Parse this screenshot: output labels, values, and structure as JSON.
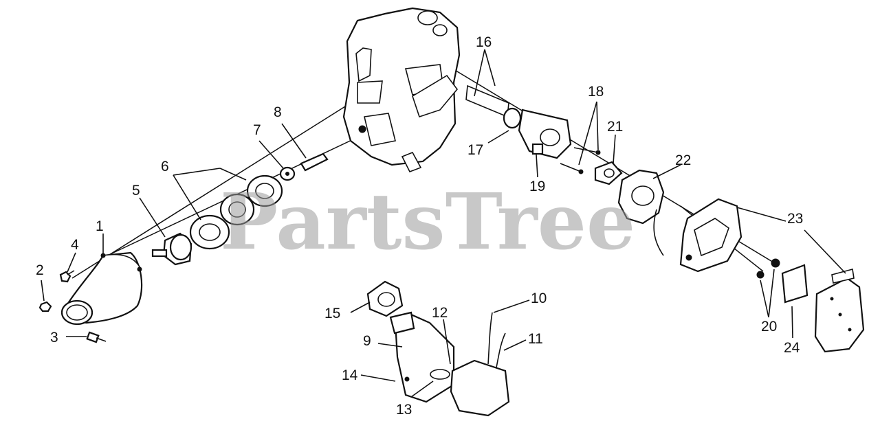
{
  "watermark": "PartsTree",
  "callouts": [
    "1",
    "2",
    "3",
    "4",
    "5",
    "6",
    "7",
    "8",
    "9",
    "10",
    "11",
    "12",
    "13",
    "14",
    "15",
    "16",
    "17",
    "18",
    "19",
    "20",
    "21",
    "22",
    "23",
    "24"
  ]
}
